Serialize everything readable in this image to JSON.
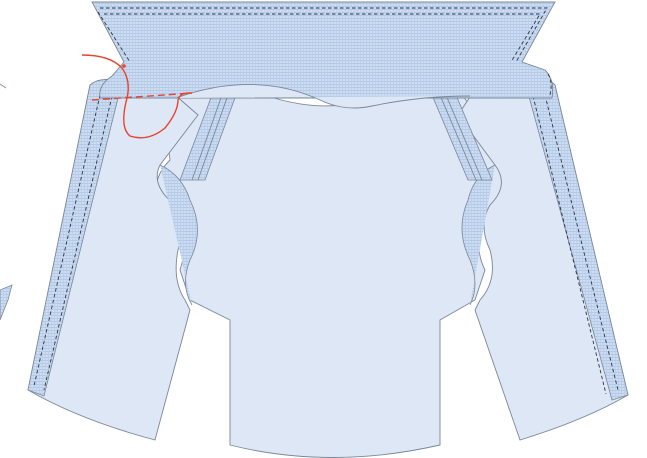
{
  "illustration": {
    "subject": "shirt-yoke-assembly",
    "colors": {
      "body_fabric": "#dde7f5",
      "check_fabric": "#c9daf0",
      "check_line": "#9fbde3",
      "outline": "#7b8797",
      "stitching": "#2e3440",
      "thread": "#e8432f"
    },
    "parts": [
      "yoke",
      "back-panel",
      "left-front-panel",
      "right-front-panel",
      "left-placket",
      "right-placket",
      "left-box-pleat",
      "right-box-pleat",
      "sewing-thread",
      "basting-line"
    ]
  }
}
